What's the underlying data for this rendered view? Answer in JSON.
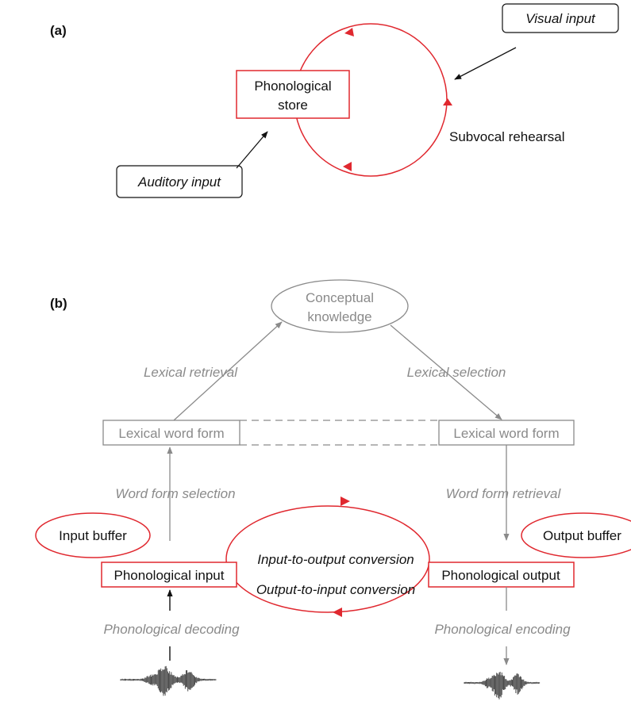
{
  "colors": {
    "red": "#e0282f",
    "grey": "#8a8a8a",
    "black": "#111111",
    "waveform": "#2b2b2b"
  },
  "panel_a": {
    "label": "(a)",
    "store_line1": "Phonological",
    "store_line2": "store",
    "visual_input": "Visual input",
    "auditory_input": "Auditory input",
    "rehearsal": "Subvocal rehearsal"
  },
  "panel_b": {
    "label": "(b)",
    "concept_line1": "Conceptual",
    "concept_line2": "knowledge",
    "lexical_retrieval": "Lexical retrieval",
    "lexical_selection": "Lexical selection",
    "word_form_left": "Lexical word form",
    "word_form_right": "Lexical word form",
    "word_form_selection": "Word form selection",
    "word_form_retrieval": "Word form retrieval",
    "input_buffer": "Input buffer",
    "output_buffer": "Output buffer",
    "phon_input": "Phonological input",
    "phon_output": "Phonological output",
    "in_to_out": "Input-to-output conversion",
    "out_to_in": "Output-to-input conversion",
    "decoding": "Phonological decoding",
    "encoding": "Phonological encoding"
  }
}
